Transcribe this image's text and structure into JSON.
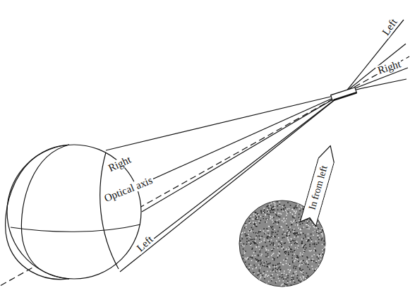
{
  "diagram": {
    "nodes": [
      {
        "text": [
          "In from left"
        ]
      }
    ],
    "labels": [
      "Right",
      "Optical axis",
      "Left",
      "Left",
      "Right"
    ]
  }
}
